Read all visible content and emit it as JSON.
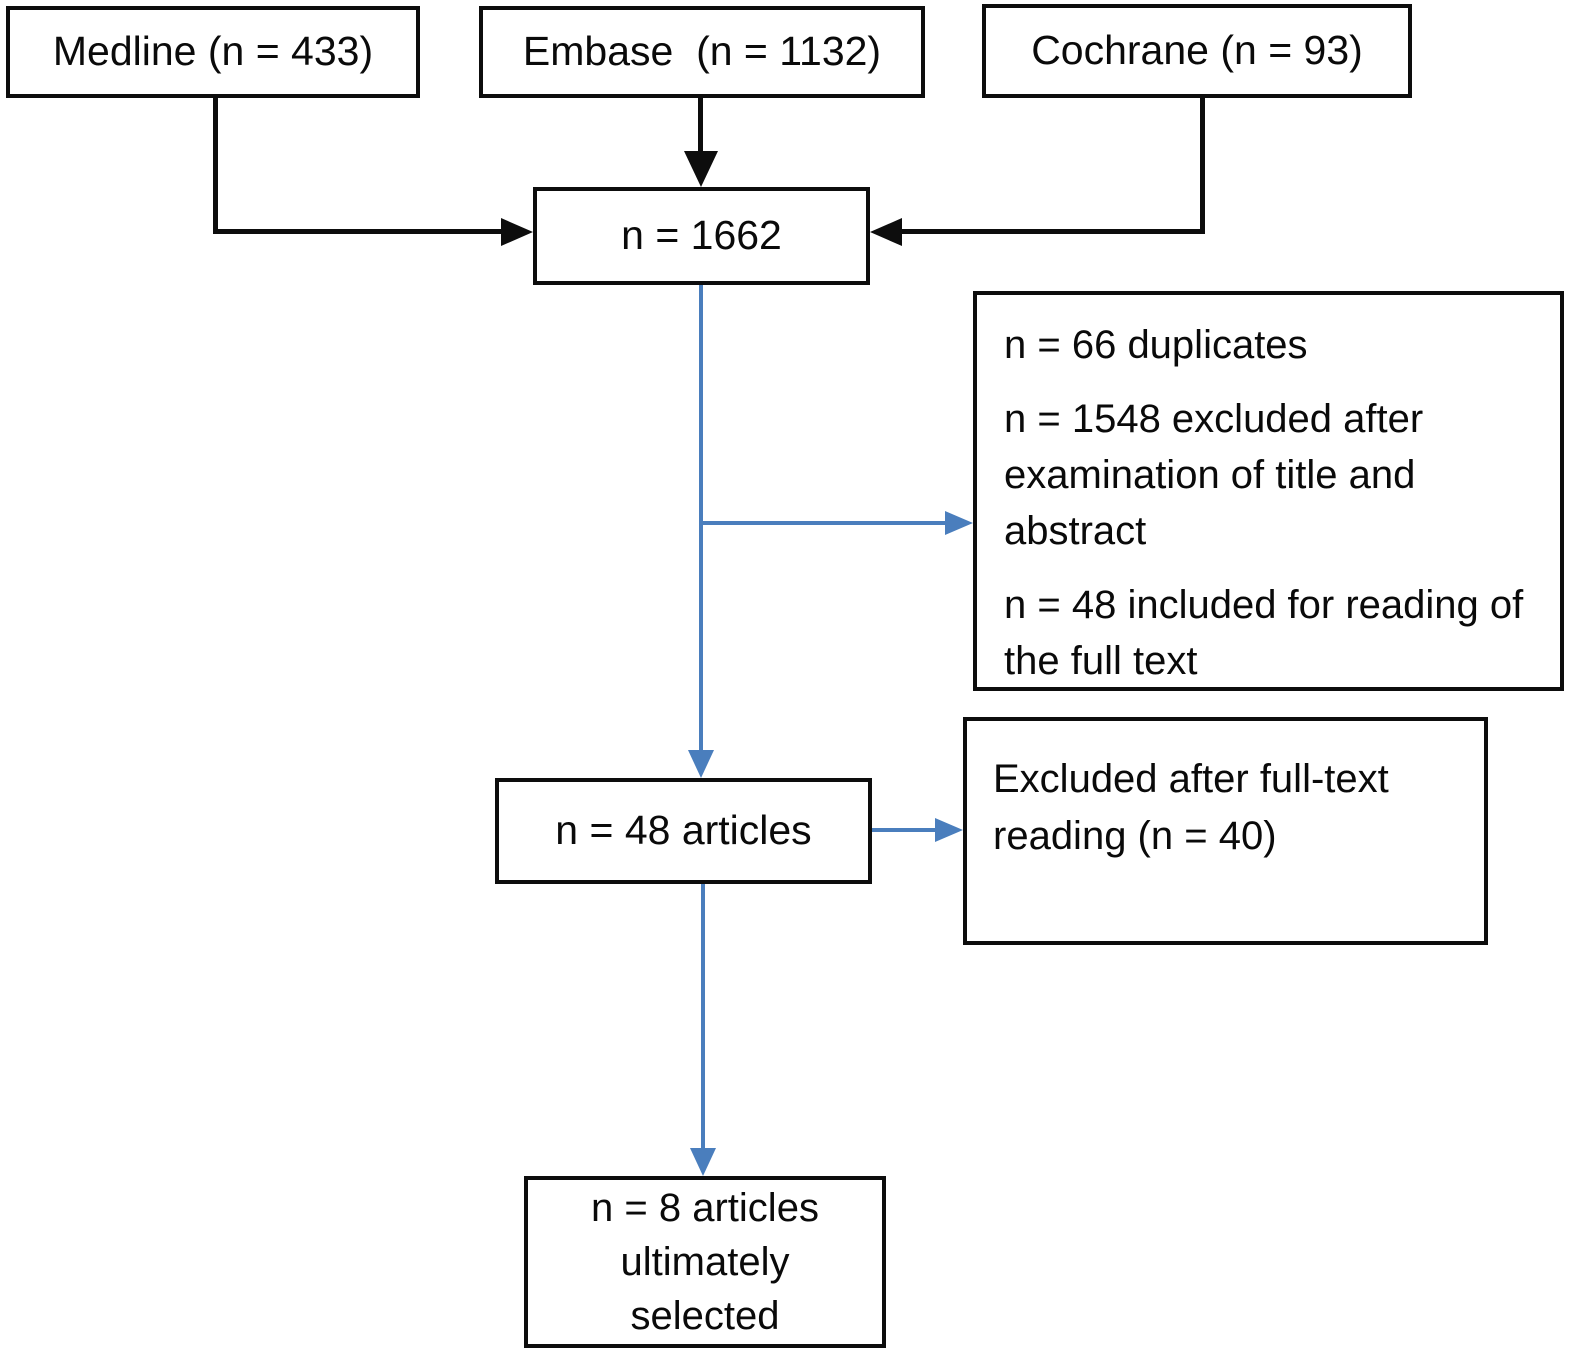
{
  "diagram": {
    "type": "flowchart",
    "subject": "literature-selection-flow",
    "nodes": {
      "medline": {
        "label": "Medline (n = 433)"
      },
      "embase": {
        "label": "Embase  (n = 1132)"
      },
      "cochrane": {
        "label": "Cochrane (n = 93)"
      },
      "pooled": {
        "label": "n = 1662"
      },
      "screening": {
        "lines": [
          "n = 66 duplicates",
          "n = 1548 excluded after examination of title and abstract",
          "n = 48 included for reading of the full text"
        ]
      },
      "fulltext": {
        "label": "n = 48 articles"
      },
      "excluded": {
        "label": "Excluded after full-text reading (n = 40)"
      },
      "selected": {
        "lines": [
          "n = 8 articles",
          "ultimately",
          "selected"
        ]
      }
    },
    "colors": {
      "box_border": "#0d0d0d",
      "black_connector": "#0d0d0d",
      "blue_connector": "#4a7ebd",
      "background": "#ffffff",
      "text": "#0a0a0a"
    }
  }
}
